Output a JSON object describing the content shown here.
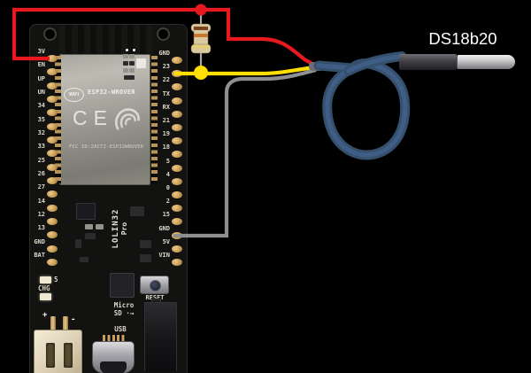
{
  "sensor": {
    "label": "DS18b20"
  },
  "board": {
    "left_pins": [
      "3V",
      "EN",
      "UP",
      "UN",
      "34",
      "35",
      "32",
      "33",
      "25",
      "26",
      "27",
      "14",
      "12",
      "13",
      "GND",
      "BAT"
    ],
    "right_pins": [
      "GND",
      "23",
      "22",
      "TX",
      "RX",
      "21",
      "19",
      "18",
      "5",
      "4",
      "0",
      "2",
      "15",
      "GND",
      "5V",
      "VIN"
    ],
    "module": {
      "logo": "WiFi",
      "name": "ESP32-WROVER",
      "ce": "CE",
      "fcc": "FCC ID:2ACTZ-ESP32WROVER"
    },
    "silkscreen": {
      "name_line1": "LOLIN32",
      "name_line2": "Pro",
      "reset": "RESET",
      "micro_sd_line1": "Micro",
      "micro_sd_line2": "SD ·→",
      "usb": "USB",
      "chg": "CHG",
      "chg_num": "5",
      "bat_plus": "+",
      "bat_minus": "-"
    }
  },
  "colors": {
    "red_wire": "#e8181f",
    "yellow_wire": "#ffdf00",
    "gray_wire": "#8f8f91",
    "cable": "#35506d",
    "cable_highlight": "#42608a",
    "splice": "#6e6e70",
    "resistor_body": "#d9c9a0",
    "resistor_band_1": "#7a4322",
    "resistor_band_2": "#c57a30",
    "resistor_band_3": "#e3cf78",
    "resistor_lead": "#a8a8a8"
  }
}
